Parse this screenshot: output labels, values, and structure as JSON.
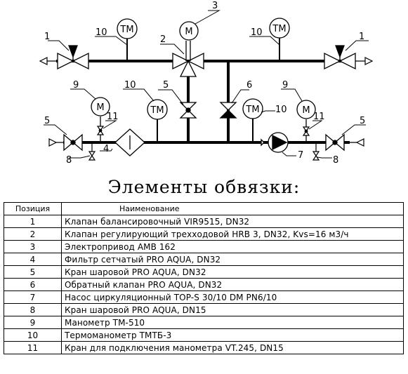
{
  "diagram": {
    "callouts": [
      "1",
      "10",
      "3",
      "2",
      "10",
      "1",
      "9",
      "10",
      "5",
      "6",
      "9",
      "10",
      "11",
      "11",
      "5",
      "5",
      "4",
      "7",
      "8",
      "8"
    ],
    "tm_label": "ТМ",
    "m_label": "М"
  },
  "title": "Элементы обвязки:",
  "table": {
    "headers": [
      "Позиция",
      "Наименование"
    ],
    "rows": [
      {
        "pos": "1",
        "name": "Клапан балансировочный VIR9515, DN32"
      },
      {
        "pos": "2",
        "name": "Клапан регулирующий трехходовой HRB 3, DN32, Kvs=16 м3/ч"
      },
      {
        "pos": "3",
        "name": "Электропривод AMB 162"
      },
      {
        "pos": "4",
        "name": "Фильтр сетчатый PRO AQUA, DN32"
      },
      {
        "pos": "5",
        "name": "Кран шаровой PRO AQUA, DN32"
      },
      {
        "pos": "6",
        "name": "Обратный клапан PRO AQUA, DN32"
      },
      {
        "pos": "7",
        "name": "Насос циркуляционный TOP-S 30/10 DM PN6/10"
      },
      {
        "pos": "8",
        "name": "Кран шаровой PRO AQUA, DN15"
      },
      {
        "pos": "9",
        "name": "Манометр ТМ-510"
      },
      {
        "pos": "10",
        "name": "Термоманометр ТМТБ-3"
      },
      {
        "pos": "11",
        "name": "Кран для подключения манометра VT.245, DN15"
      }
    ]
  }
}
